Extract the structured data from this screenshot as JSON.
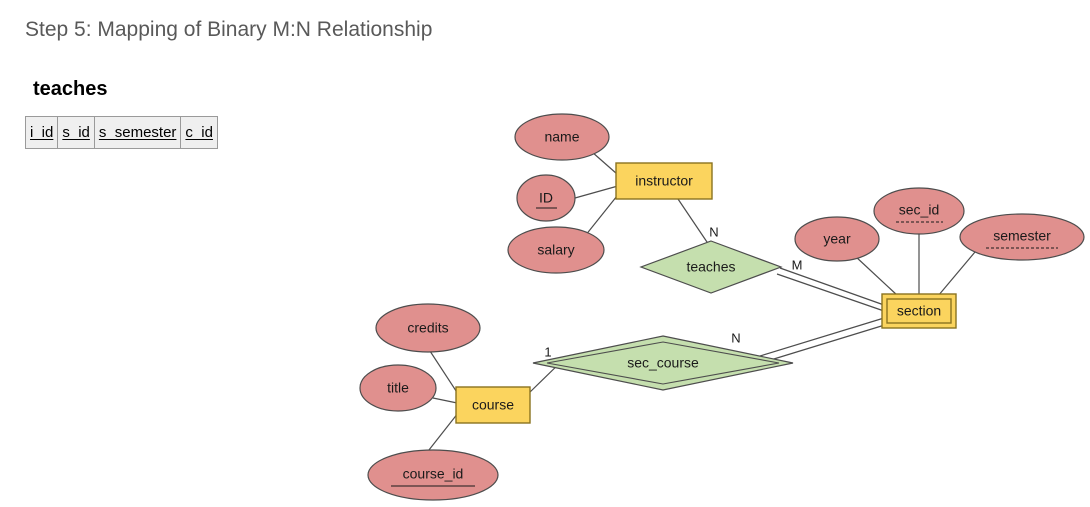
{
  "page": {
    "title": "Step 5: Mapping of Binary M:N Relationship",
    "background_color": "#ffffff",
    "title_color": "#595959"
  },
  "relation": {
    "name": "teaches",
    "columns": [
      {
        "label": "i_id",
        "key": true
      },
      {
        "label": "s_id",
        "key": true
      },
      {
        "label": "s_semester",
        "key": true
      },
      {
        "label": "c_id",
        "key": true
      }
    ],
    "header_fill": "#efefef",
    "border_color": "#9a9a9a"
  },
  "diagram": {
    "colors": {
      "attribute_fill": "#e0908e",
      "entity_fill": "#fbd45e",
      "entity_stroke": "#8a7320",
      "relationship_fill": "#c5dfae",
      "line_stroke": "#4d4d4d"
    },
    "entities": [
      {
        "id": "instructor",
        "label": "instructor",
        "weak": false
      },
      {
        "id": "section",
        "label": "section",
        "weak": true
      },
      {
        "id": "course",
        "label": "course",
        "weak": false
      }
    ],
    "relationships": [
      {
        "id": "teaches",
        "label": "teaches",
        "identifying": false
      },
      {
        "id": "sec_course",
        "label": "sec_course",
        "identifying": true
      }
    ],
    "attributes": [
      {
        "id": "name",
        "label": "name",
        "owner": "instructor",
        "key": "none"
      },
      {
        "id": "ID",
        "label": "ID",
        "owner": "instructor",
        "key": "primary"
      },
      {
        "id": "salary",
        "label": "salary",
        "owner": "instructor",
        "key": "none"
      },
      {
        "id": "year",
        "label": "year",
        "owner": "section",
        "key": "none"
      },
      {
        "id": "sec_id",
        "label": "sec_id",
        "owner": "section",
        "key": "partial"
      },
      {
        "id": "semester",
        "label": "semester",
        "owner": "section",
        "key": "partial"
      },
      {
        "id": "credits",
        "label": "credits",
        "owner": "course",
        "key": "none"
      },
      {
        "id": "title",
        "label": "title",
        "owner": "course",
        "key": "none"
      },
      {
        "id": "course_id",
        "label": "course_id",
        "owner": "course",
        "key": "primary"
      }
    ],
    "cardinalities": [
      {
        "id": "teaches-instructor",
        "label": "N"
      },
      {
        "id": "teaches-section",
        "label": "M"
      },
      {
        "id": "sec_course-section",
        "label": "N"
      },
      {
        "id": "sec_course-course",
        "label": "1"
      }
    ]
  }
}
